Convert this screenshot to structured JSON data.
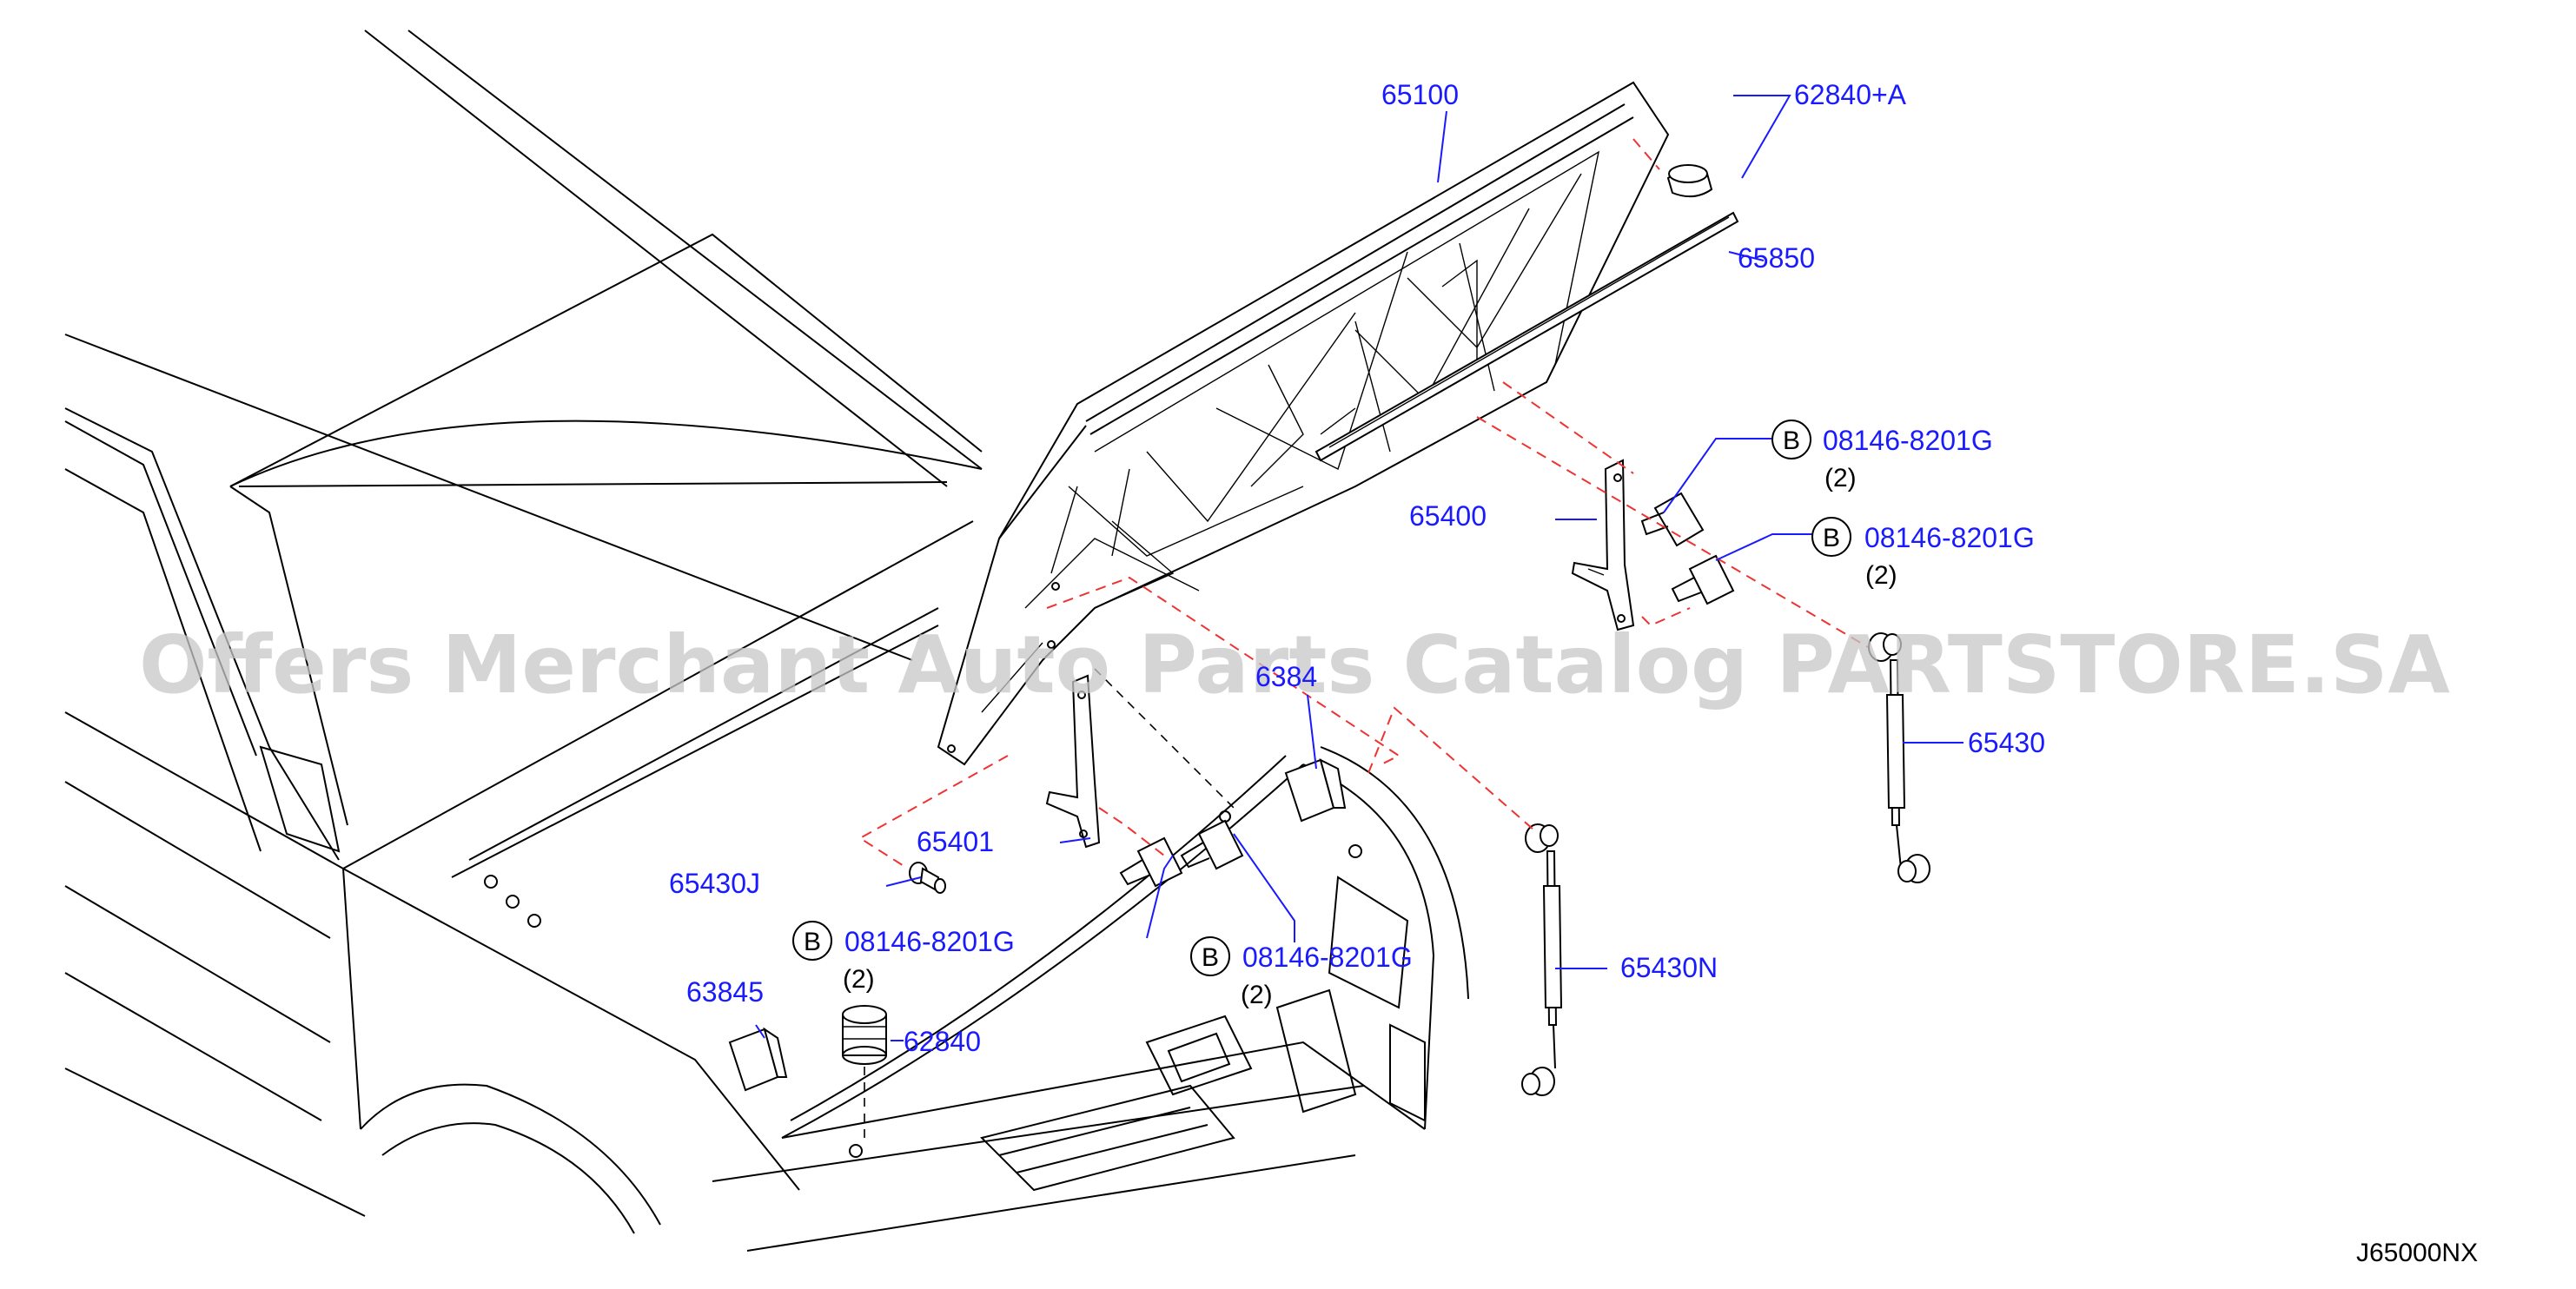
{
  "labels": {
    "l65100": "65100",
    "l62840a": "62840+A",
    "l65850": "65850",
    "l65400": "65400",
    "l65430": "65430",
    "l65430n": "65430N",
    "l63845_top": "6384",
    "l65401": "65401",
    "l65430j": "65430J",
    "l63845": "63845",
    "l62840": "62840"
  },
  "bolts": [
    {
      "mark": "B",
      "part": "08146-8201G",
      "qty": "(2)"
    },
    {
      "mark": "B",
      "part": "08146-8201G",
      "qty": "(2)"
    },
    {
      "mark": "B",
      "part": "08146-8201G",
      "qty": "(2)"
    },
    {
      "mark": "B",
      "part": "08146-8201G",
      "qty": "(2)"
    }
  ],
  "diagram_code": "J65000NX",
  "watermark": "Offers Merchant Auto Parts Catalog PARTSTORE.SA"
}
